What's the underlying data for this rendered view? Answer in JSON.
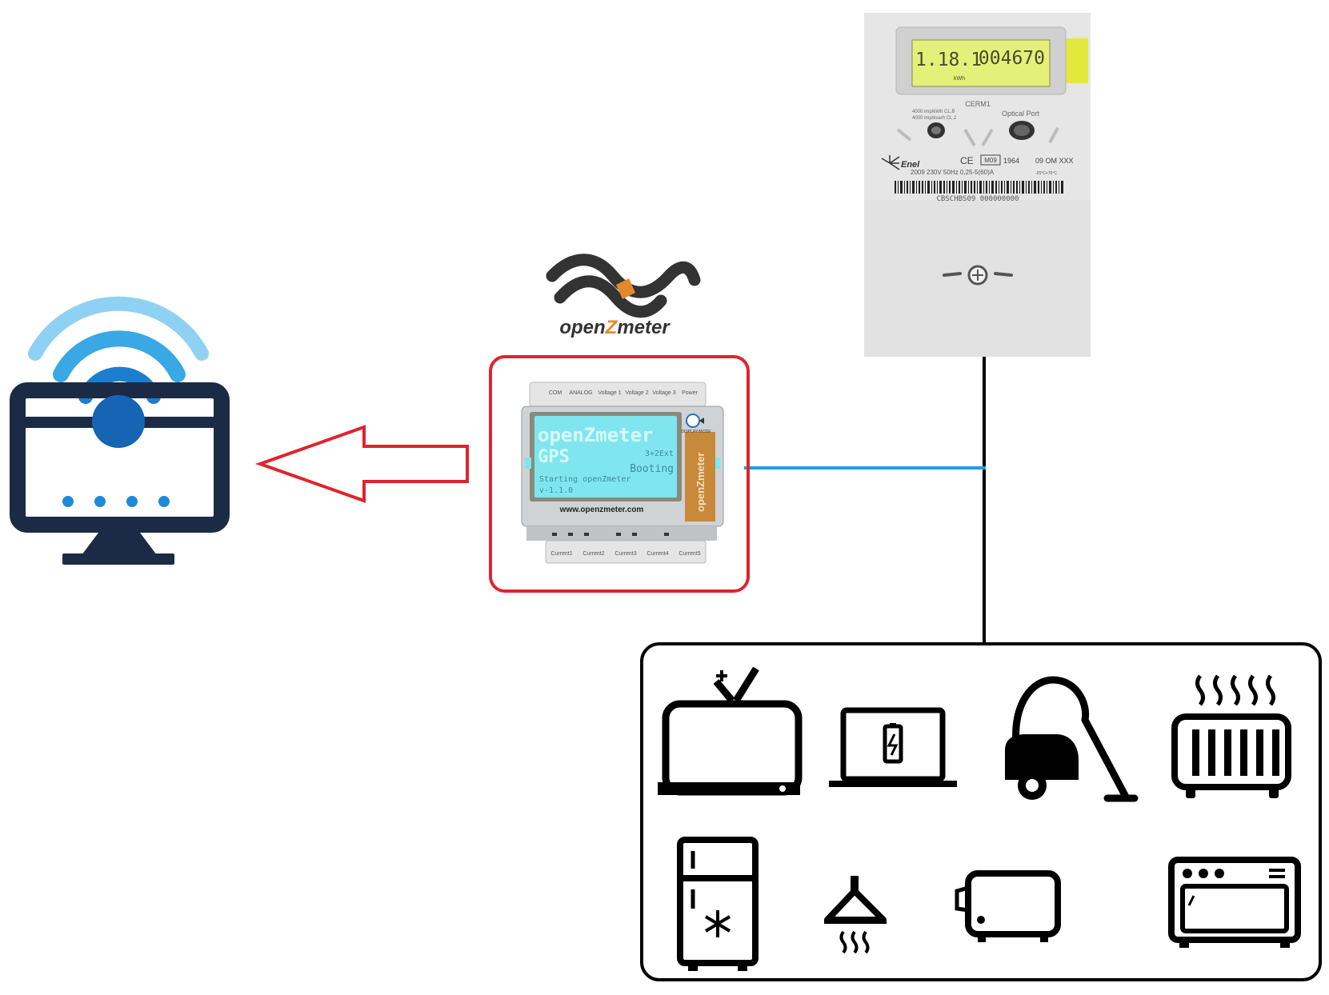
{
  "brand": {
    "name": "openZmeter",
    "name_prefix": "open",
    "name_z": "Z",
    "name_suffix": "meter"
  },
  "device": {
    "lcd_title": "openZmeter",
    "lcd_model": "GPS",
    "lcd_variant": "3+2Ext",
    "lcd_status": "Booting",
    "lcd_line1": "Starting openZmeter",
    "lcd_line2": "v-1.1.0",
    "footer_url": "www.openzmeter.com",
    "side_label": "openZmeter",
    "button_label": "DISPLAY/MODE",
    "top_terminals": [
      "COM",
      "ANALOG",
      "Voltage 1",
      "Voltage 2",
      "Voltage 3",
      "Power"
    ],
    "bottom_terminals": [
      "Current1",
      "Current2",
      "Current3",
      "Current4",
      "Current5"
    ]
  },
  "smart_meter": {
    "display_code": "1.18.1",
    "display_value": "004670",
    "display_sub": "kWh",
    "model": "CERM1",
    "const_line1": "4000 imp/kWh CL.B",
    "const_line2": "4000 imp/kvarh CL.2",
    "optical_port": "Optical Port",
    "maker": "Enel",
    "ce_mark": "CE",
    "m_mark": "M09",
    "year_code": "1964",
    "om_code": "09 OM XXX",
    "rating": "2009  230V 50Hz  0,25-5(60)A",
    "temp_range": "-25°C+70°C",
    "serial": "CBSCHBS09 000000000"
  },
  "appliances": [
    {
      "icon": "tv-icon"
    },
    {
      "icon": "laptop-icon"
    },
    {
      "icon": "vacuum-cleaner-icon"
    },
    {
      "icon": "radiator-icon"
    },
    {
      "icon": "fridge-icon"
    },
    {
      "icon": "extractor-hood-icon"
    },
    {
      "icon": "toaster-icon"
    },
    {
      "icon": "oven-icon"
    }
  ],
  "colors": {
    "monitor_dark": "#1b2b45",
    "wifi_blue": "#1565b4",
    "wifi_light": "#3aa8e4",
    "wifi_pale": "#8fd1f3",
    "highlight_red": "#e0232d",
    "link_blue": "#1e9ee0",
    "lcd_cyan": "#7fe6f0",
    "meter_lcd": "#e4f07a",
    "meter_body": "#e6e6e6",
    "line_black": "#000000"
  }
}
